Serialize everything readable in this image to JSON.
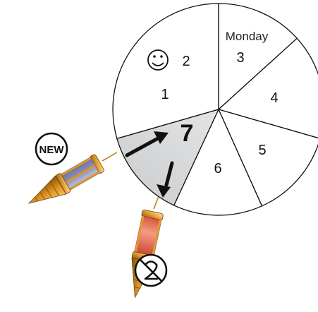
{
  "dial": {
    "day_label": "Monday",
    "segments": [
      {
        "label": "1"
      },
      {
        "label": "2"
      },
      {
        "label": "3"
      },
      {
        "label": "4"
      },
      {
        "label": "5"
      },
      {
        "label": "6"
      },
      {
        "label": "7",
        "highlighted": true
      }
    ],
    "smiley_icon": "smiley-face-icon"
  },
  "badges": {
    "new_label": "NEW",
    "do_not_reuse_icon": "do-not-reuse-icon"
  },
  "colors": {
    "highlight_segment": "#d2d4d6",
    "outline": "#111111",
    "brass": "#d99a2b",
    "used_tube": "#f07f67",
    "new_tube": "#9a9ac2",
    "arrow": "#111111"
  }
}
